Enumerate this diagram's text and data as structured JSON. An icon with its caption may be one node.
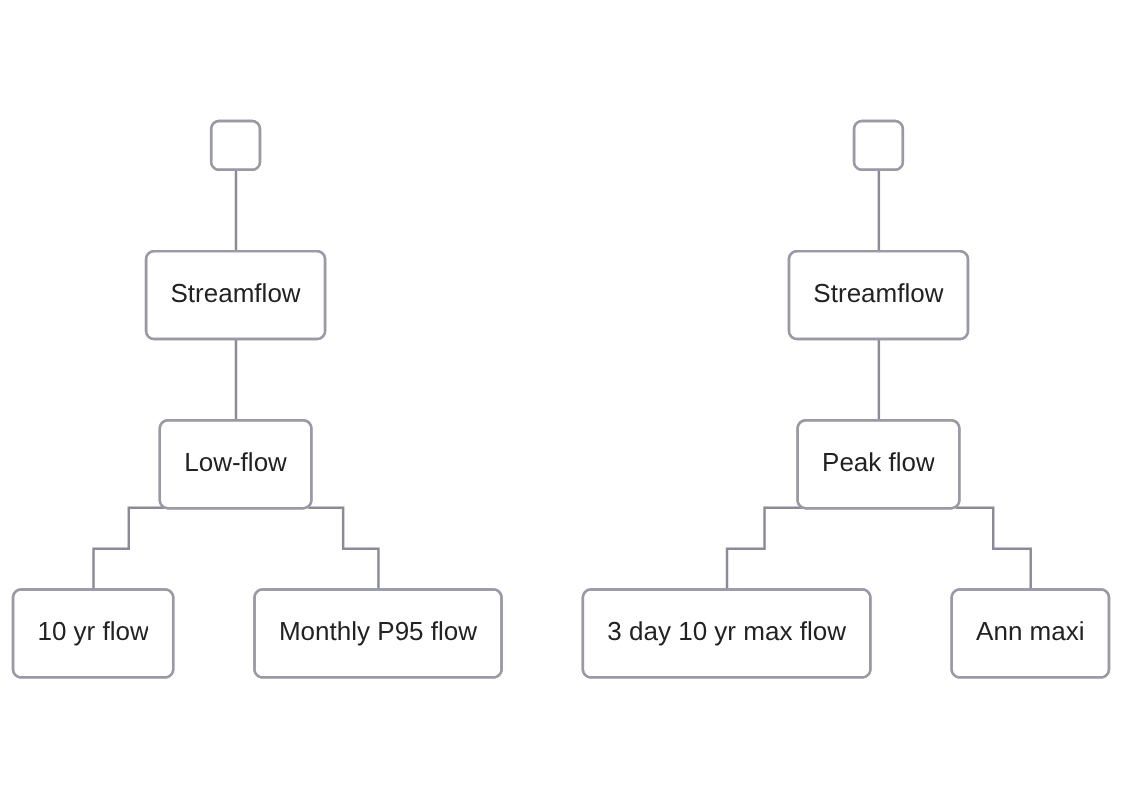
{
  "diagram": {
    "nodes": [
      {
        "text": [],
        "shape": "box"
      },
      {
        "text": [
          "Streamflow"
        ]
      },
      {
        "text": [
          "Low-flow"
        ]
      },
      {
        "text": [
          "10 yr flow"
        ]
      },
      {
        "text": [
          "Monthly P95 flow"
        ]
      },
      {
        "text": [],
        "shape": "box"
      },
      {
        "text": [
          "Streamflow"
        ]
      },
      {
        "text": [
          "Peak flow"
        ]
      },
      {
        "text": [
          "3 day 10 yr max flow"
        ]
      },
      {
        "text": [
          "Ann maxi"
        ]
      }
    ],
    "edges": [
      {
        "from": 0,
        "to": 1,
        "arrow": "none"
      },
      {
        "from": 1,
        "to": 2,
        "arrow": "none"
      },
      {
        "from": 2,
        "to": 3,
        "arrow": "none"
      },
      {
        "from": 2,
        "to": 4,
        "arrow": "none"
      },
      {
        "from": 5,
        "to": 6,
        "arrow": "none"
      },
      {
        "from": 6,
        "to": 7,
        "arrow": "none"
      },
      {
        "from": 7,
        "to": 8,
        "arrow": "none"
      },
      {
        "from": 7,
        "to": 9,
        "arrow": "none"
      }
    ]
  }
}
